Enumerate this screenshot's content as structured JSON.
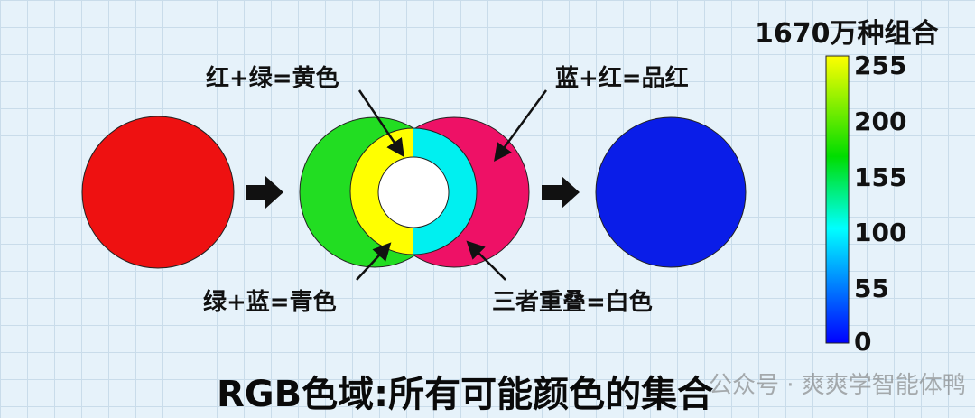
{
  "labels": {
    "yellow": "红+绿=黄色",
    "magenta": "蓝+红=品红",
    "cyan": "绿+蓝=青色",
    "white": "三者重叠=白色"
  },
  "title": "RGB色域:所有可能颜色的集合",
  "watermark": "公众号 · 爽爽学智能体鸭",
  "colorbar": {
    "title": "1670万种组合",
    "ticks": [
      "255",
      "200",
      "155",
      "100",
      "55",
      "0"
    ],
    "colors": [
      "#0000ff",
      "#00ffff",
      "#00dd00",
      "#ffff00"
    ]
  },
  "colors": {
    "red": "#ee1111",
    "green": "#22dd22",
    "magenta": "#ee1166",
    "blue": "#0a1de8",
    "yellow": "#ffff00",
    "cyan": "#00f0f0",
    "white": "#ffffff"
  },
  "icons": [
    "arrow-right-icon"
  ]
}
